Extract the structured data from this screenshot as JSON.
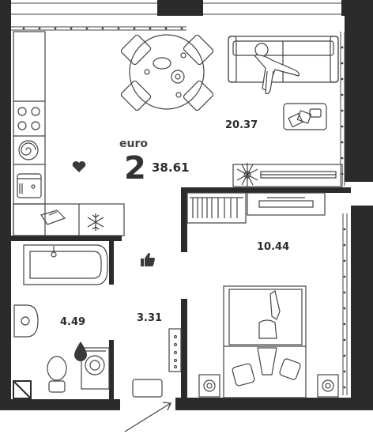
{
  "plan": {
    "type_label": "euro",
    "rooms_count": "2",
    "total_area": "38.61"
  },
  "rooms": {
    "living": {
      "area": "20.37"
    },
    "bedroom": {
      "area": "10.44"
    },
    "bathroom": {
      "area": "4.49"
    },
    "hallway": {
      "area": "3.31"
    }
  },
  "colors": {
    "wall": "#2b2b2b",
    "line": "#444444",
    "background": "#ffffff",
    "icon": "#3a3a3a"
  },
  "icons": [
    "heart-icon",
    "thumbs-up-icon",
    "snowflake-icon",
    "water-drop-icon"
  ]
}
